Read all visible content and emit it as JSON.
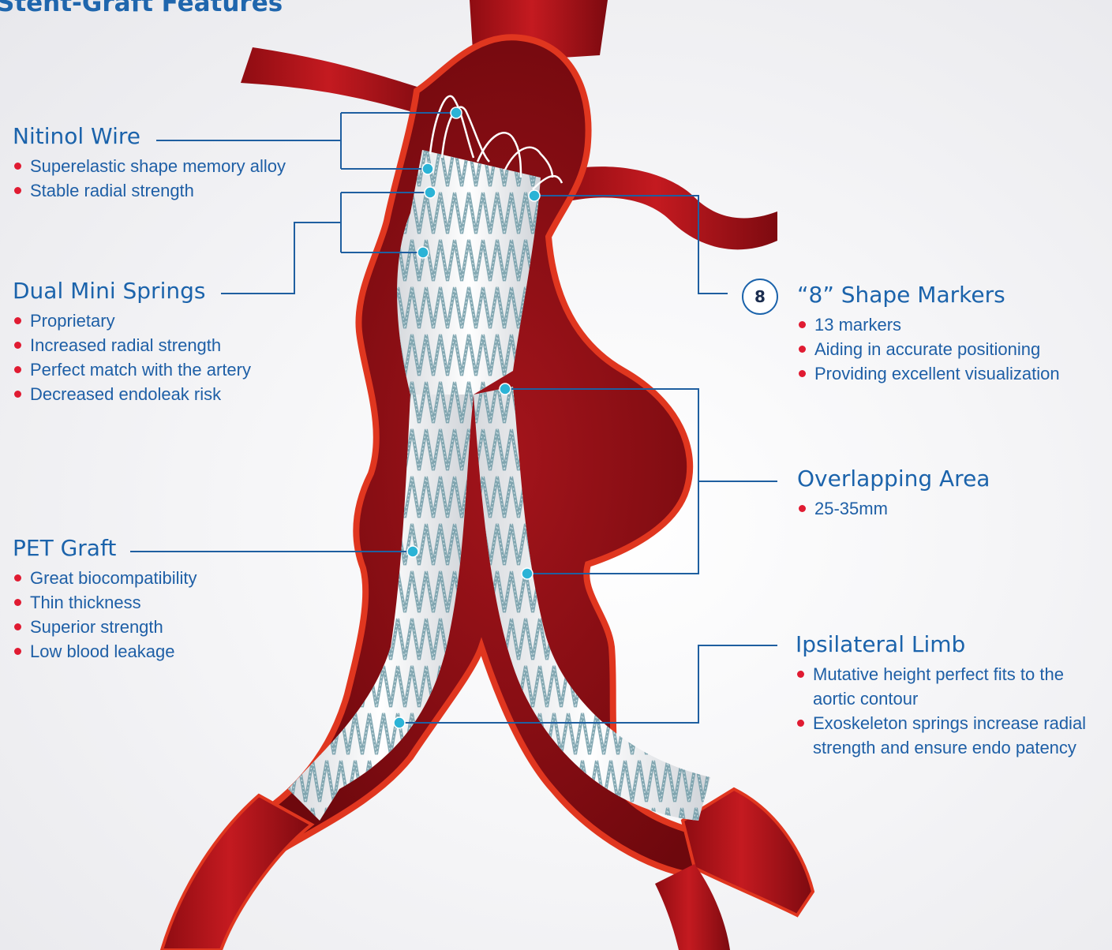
{
  "title": "Stent-Graft Features",
  "features": {
    "nitinol_wire": {
      "title": "Nitinol Wire",
      "bullets": [
        "Superelastic shape memory alloy",
        "Stable radial strength"
      ]
    },
    "dual_mini_springs": {
      "title": "Dual Mini Springs",
      "bullets": [
        "Proprietary",
        "Increased radial strength",
        "Perfect match with the artery",
        "Decreased endoleak risk"
      ]
    },
    "pet_graft": {
      "title": "PET Graft",
      "bullets": [
        "Great biocompatibility",
        "Thin thickness",
        "Superior strength",
        "Low blood leakage"
      ]
    },
    "shape_markers": {
      "badge": "8",
      "title": "“8” Shape Markers",
      "bullets": [
        "13 markers",
        "Aiding in accurate positioning",
        "Providing excellent visualization"
      ]
    },
    "overlapping_area": {
      "title": "Overlapping Area",
      "bullets": [
        "25-35mm"
      ]
    },
    "ipsilateral_limb": {
      "title": "Ipsilateral Limb",
      "bullets": [
        "Mutative height perfect fits to the aortic contour",
        "Exoskeleton springs increase radial strength and ensure endo patency"
      ]
    }
  },
  "colors": {
    "heading_blue": "#1b63ab",
    "text_blue": "#1e5fa6",
    "bullet_red": "#e01b32",
    "artery_red": "#b3121a",
    "marker_cyan": "#2bb3d6",
    "callout_line": "#1f5fa0"
  }
}
